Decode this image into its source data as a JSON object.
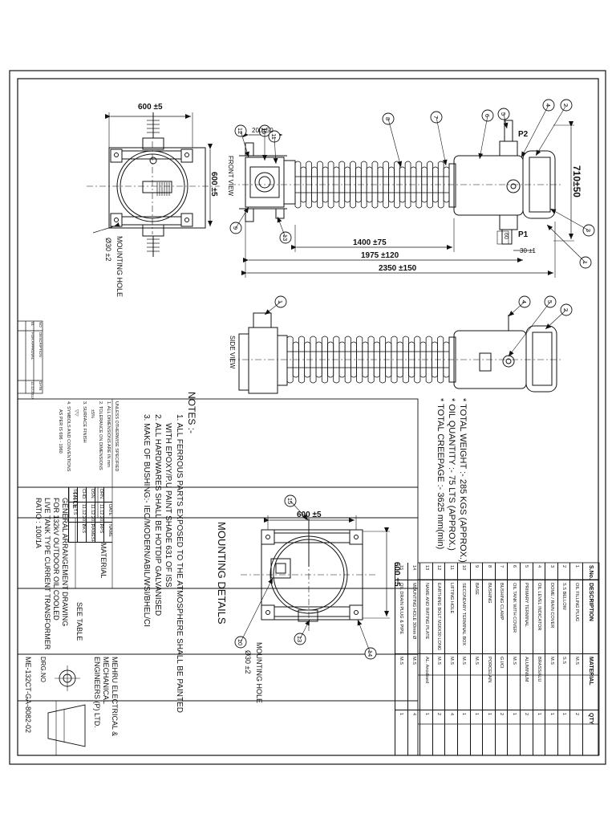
{
  "front_view": {
    "title": "FRONT VIEW",
    "dims": [
      "200±50",
      "1400 ±75",
      "1975 ±120",
      "2350 ±150",
      "710±50",
      "30 ±1"
    ],
    "terminal_labels": [
      "P2",
      "P1"
    ],
    "small_label": "60"
  },
  "end_view": {
    "width_dim": "600 ±5",
    "height_dim": "600 ±5",
    "hole_label_1": "MOUNTING HOLE",
    "hole_label_2": "Ø30 ±2"
  },
  "side_view": {
    "title": "SIDE VIEW"
  },
  "mounting": {
    "title": "MOUNTING DETAILS",
    "width_dim": "600 ±5",
    "height_dim": "600 ±5",
    "hole_label_1": "MOUNTING HOLE",
    "hole_label_2": "Ø30 ±2"
  },
  "callouts": [
    "1",
    "2",
    "3",
    "4",
    "5",
    "6",
    "7",
    "8",
    "9",
    "10",
    "11",
    "12",
    "13",
    "14",
    "15"
  ],
  "specs": [
    "* TOTAL WEIGHT :- 285 KGS (APPROX.)",
    "* OIL QUANTITY :- 75 LTS (APPROX.)",
    "* TOTAL CREEPAGE :- 3625 mm(min)"
  ],
  "notes": {
    "heading": "NOTES :-",
    "items": [
      "1. ALL FERROUS PARTS EXPOSED TO THE ATMOSPHERE SHALL BE PAINTED",
      "    WITH EPOXY/P.U PAINT SHADE 631 OF ISS.",
      "2. ALL HARDWARES SHALL BE HOTDIP GALVANISED",
      "3. MAKE OF BUSHING:- IEC/MODERN/ABIL/WSI/BHEL/CI"
    ]
  },
  "bom": {
    "headers": [
      "S.No.",
      "DESCRIPTION",
      "MATERIAL",
      "QTY"
    ],
    "rows": [
      [
        "1",
        "OIL FILLING PLUG",
        "M.S",
        "2"
      ],
      [
        "2",
        "S.S BELLOW",
        "S.S",
        "1"
      ],
      [
        "3",
        "DOME / RAIN COVER",
        "M.S",
        "1"
      ],
      [
        "4",
        "OIL LEVEL INDICATOR",
        "BRASS/ALU",
        "1"
      ],
      [
        "5",
        "PRIMARY TERMINAL",
        "ALUMINIUM",
        "2"
      ],
      [
        "6",
        "OIL TANK WITH COVER",
        "M.S",
        "1"
      ],
      [
        "7",
        "BUSHING CLAMP",
        "G.I/CI",
        "2"
      ],
      [
        "8",
        "BUSHING",
        "PORCELAIN",
        "1"
      ],
      [
        "9",
        "BASE",
        "M.S",
        "1"
      ],
      [
        "10",
        "SECONDARY TERMINAL BOX",
        "M.S",
        "1"
      ],
      [
        "11",
        "LIFTING HOLE",
        "M.S",
        "4"
      ],
      [
        "12",
        "EARTHING BOLT M16X30 LONG",
        "M.S",
        "2"
      ],
      [
        "13",
        "NAME AND RATING PLATE",
        "AL. Anodised",
        "1"
      ],
      [
        "14",
        "MOUNTING HOLE 30mm Ø",
        "M.S",
        "4"
      ],
      [
        "15",
        "OIL DRAIN PLUG & PIPE",
        "M.S",
        "1"
      ]
    ]
  },
  "title_block": {
    "general_1": "UNLESS OTHERWISE SPECIFIED",
    "general_2": "1. ALL DIMENSIONS ARE IN mm",
    "general_3": "2. TOLERANCE ON DIMENSIONS",
    "general_4": "±5%",
    "general_5": "3. SURFACE FINISH",
    "general_6": "▽▽",
    "general_7": "4. SYMBOLS AND CONVENTIONS",
    "general_8": "AS PER IS 696 - 1960",
    "sign_head": [
      "",
      "DATE",
      "NAME"
    ],
    "sign_rows": [
      [
        "DRN.",
        "11.12.2017",
        "RPS"
      ],
      [
        "DSN.",
        "11.12.2017",
        "RAMESH"
      ],
      [
        "CHD.",
        "11.12.2017",
        "BKS"
      ],
      [
        "SCALE",
        "N.T.S",
        ""
      ]
    ],
    "title_label": "TITLE",
    "title_lines": [
      "GENERAL ARRANGEMENT DRAWING",
      "FOR 132kV OUTDOOR OIL COOLED",
      "LIVE TANK TYPE CURRENT TRANSFORMER",
      "RATIO : 100/1A"
    ],
    "material_label": "MATERIAL",
    "material_value": "SEE TABLE",
    "company_lines": [
      "MEHRU ELECTRICAL &",
      "MECHANICAL",
      "ENGINEERS (P) LTD."
    ],
    "drg_label": "DRG.NO",
    "drg_number": "ME-132CT-GA-8082-02"
  },
  "revision": {
    "headers": [
      "NO",
      "DESCRIPTION",
      "DATE"
    ],
    "rows": [
      [
        "01",
        "FOR APPROVAL",
        "11.12.2017"
      ]
    ]
  }
}
